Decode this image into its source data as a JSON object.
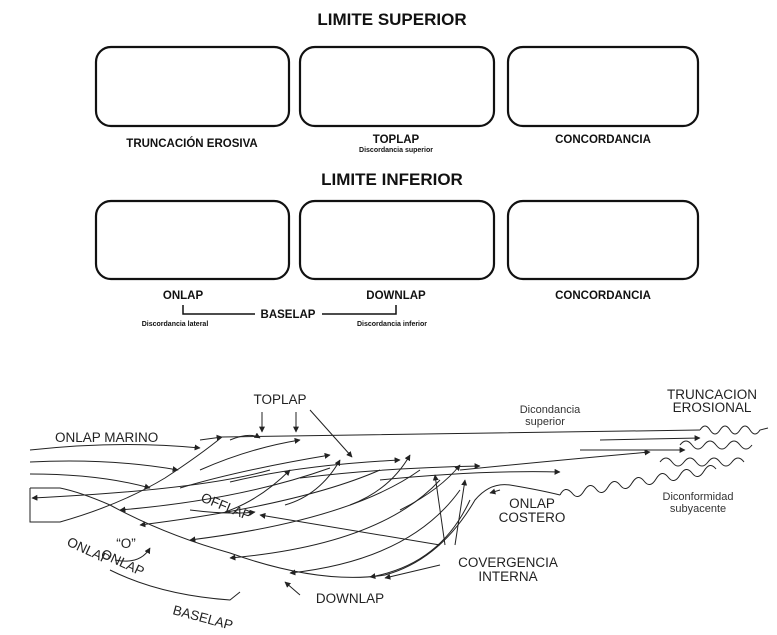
{
  "top": {
    "title_superior": "LIMITE SUPERIOR",
    "title_inferior": "LIMITE INFERIOR",
    "labels": {
      "truncacion": "TRUNCACIÓN EROSIVA",
      "toplap": "TOPLAP",
      "toplap_sub": "Discordancia superior",
      "concordancia_1": "CONCORDANCIA",
      "onlap": "ONLAP",
      "downlap": "DOWNLAP",
      "concordancia_2": "CONCORDANCIA",
      "baselap": "BASELAP",
      "disc_lateral": "Discordancia lateral",
      "disc_inferior": "Discordancia inferior"
    },
    "fill_color": "#fbf3a2"
  },
  "bottom": {
    "toplap": "TOPLAP",
    "onlap_marino": "ONLAP MARINO",
    "disc_superior_1": "Dicondancia",
    "disc_superior_2": "superior",
    "truncacion_1": "TRUNCACION",
    "truncacion_2": "EROSIONAL",
    "offlap": "OFFLAP",
    "onlap_costero_1": "ONLAP",
    "onlap_costero_2": "COSTERO",
    "disconformidad_1": "Diconformidad",
    "disconformidad_2": "subyacente",
    "o_label": "“O”",
    "onlap_small": "ONLAP",
    "onlap_left": "ONLAP",
    "covergencia_1": "COVERGENCIA",
    "covergencia_2": "INTERNA",
    "downlap": "DOWNLAP",
    "baselap": "BASELAP"
  }
}
